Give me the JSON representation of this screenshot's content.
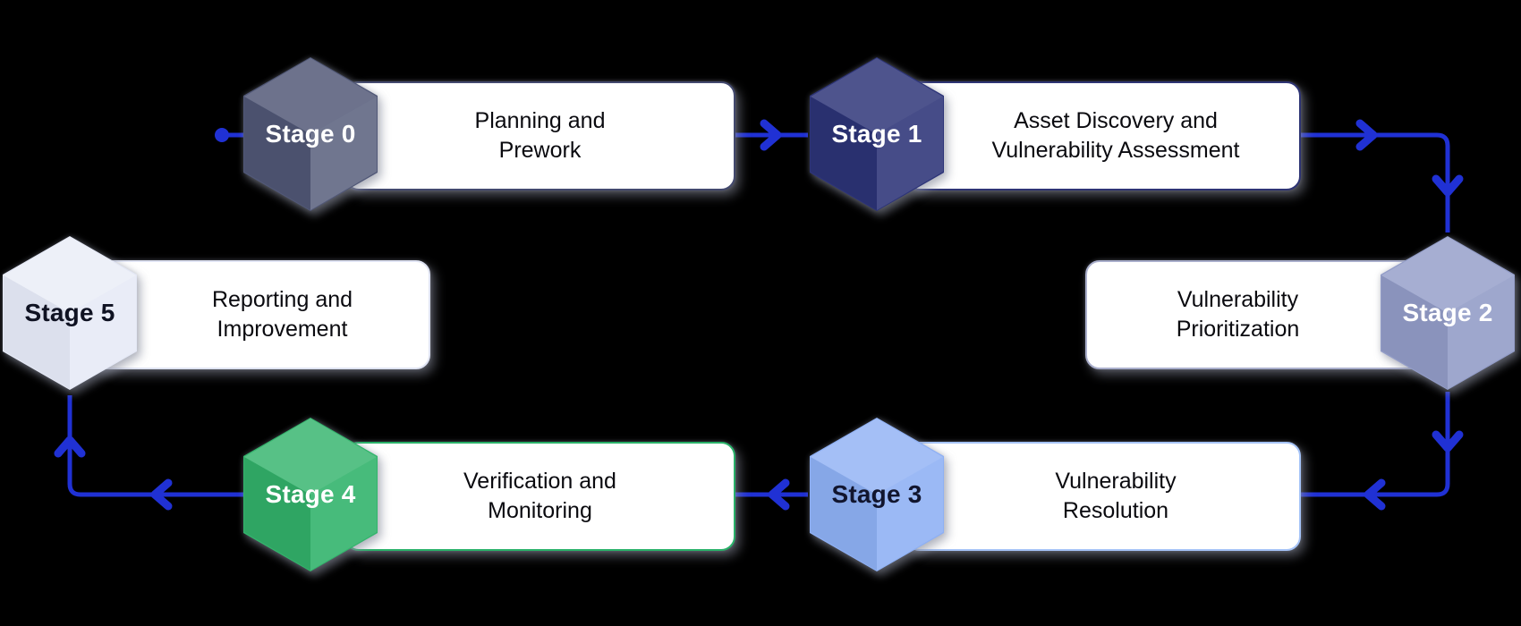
{
  "background": "#000000",
  "arrow": {
    "color": "#2031d4"
  },
  "nodes": [
    {
      "id": "stage-0",
      "stage_label": "Stage 0",
      "title": "Planning and Prework",
      "hex_color": "#515877",
      "hex_text_color": "#ffffff",
      "border_color": "#43496e"
    },
    {
      "id": "stage-1",
      "stage_label": "Stage 1",
      "title": "Asset Discovery and Vulnerability Assessment",
      "hex_color": "#2d3478",
      "hex_text_color": "#ffffff",
      "border_color": "#2e3474"
    },
    {
      "id": "stage-2",
      "stage_label": "Stage 2",
      "title": "Vulnerability Prioritization",
      "hex_color": "#939dc8",
      "hex_text_color": "#ffffff",
      "border_color": "#a9aecb"
    },
    {
      "id": "stage-3",
      "stage_label": "Stage 3",
      "title": "Vulnerability Resolution",
      "hex_color": "#8eb0f4",
      "hex_text_color": "#11152e",
      "border_color": "#a5c3f7"
    },
    {
      "id": "stage-4",
      "stage_label": "Stage 4",
      "title": "Verification and Monitoring",
      "hex_color": "#33b46c",
      "hex_text_color": "#ffffff",
      "border_color": "#29b169"
    },
    {
      "id": "stage-5",
      "stage_label": "Stage 5",
      "title": "Reporting and Improvement",
      "hex_color": "#e4e8f5",
      "hex_text_color": "#0f1222",
      "border_color": "#dfe3f2"
    }
  ],
  "edges": [
    {
      "from": "start",
      "to": "stage-0"
    },
    {
      "from": "stage-0",
      "to": "stage-1"
    },
    {
      "from": "stage-1",
      "to": "stage-2"
    },
    {
      "from": "stage-2",
      "to": "stage-3"
    },
    {
      "from": "stage-3",
      "to": "stage-4"
    },
    {
      "from": "stage-4",
      "to": "stage-5"
    }
  ]
}
